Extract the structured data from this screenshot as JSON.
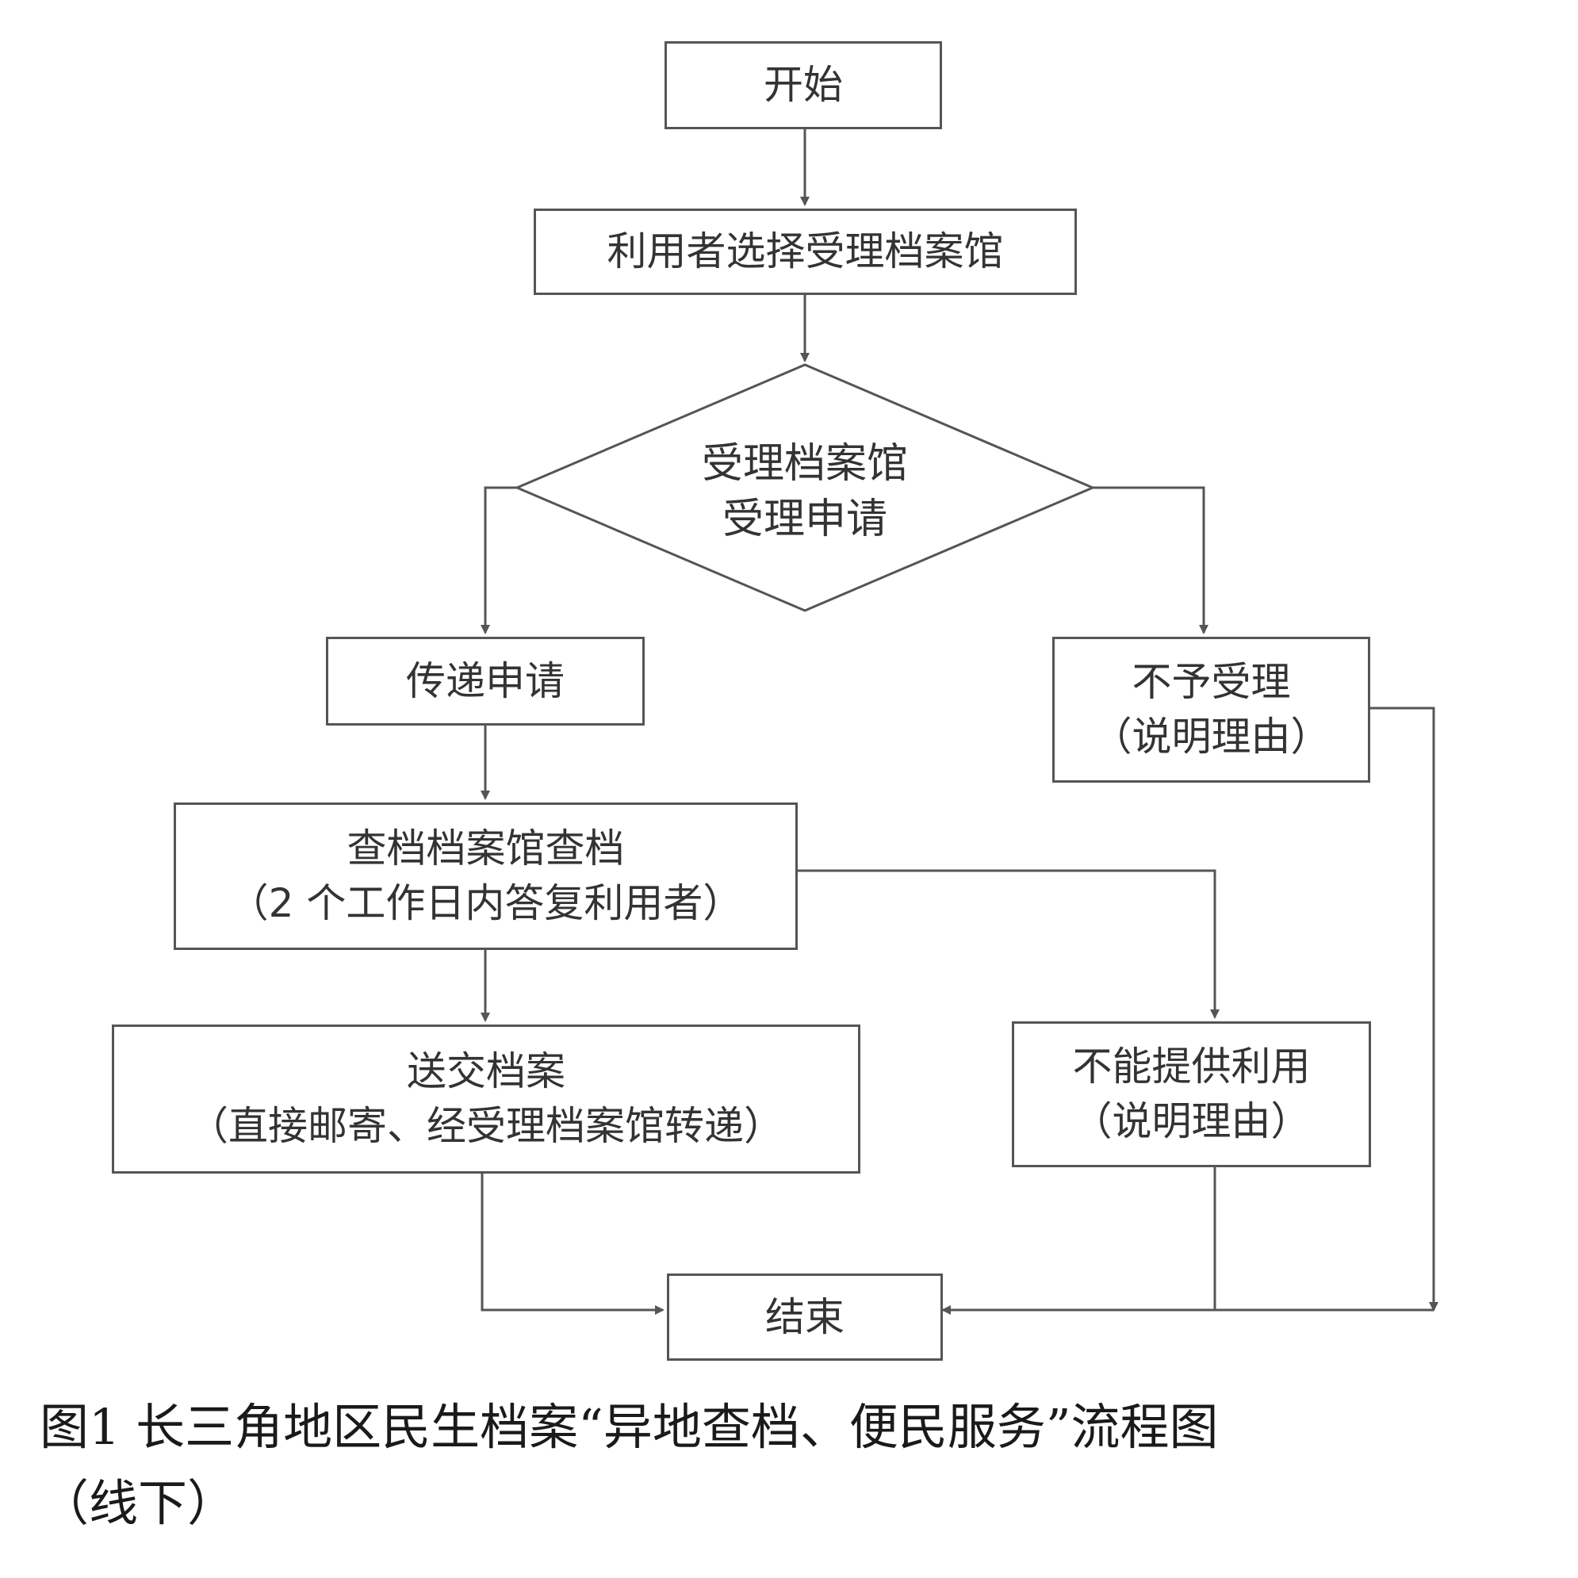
{
  "nodes": {
    "start": "开始",
    "select": "利用者选择受理档案馆",
    "decision": {
      "line1": "受理档案馆",
      "line2": "受理申请"
    },
    "transmit": "传递申请",
    "reject": {
      "line1": "不予受理",
      "line2": "（说明理由）"
    },
    "search": {
      "line1": "查档档案馆查档",
      "line2": "（2 个工作日内答复利用者）"
    },
    "deliver": {
      "line1": "送交档案",
      "line2": "（直接邮寄、经受理档案馆转递）"
    },
    "unavailable": {
      "line1": "不能提供利用",
      "line2": "（说明理由）"
    },
    "end": "结束"
  },
  "caption": {
    "line1": "图1 长三角地区民生档案“异地查档、便民服务”流程图",
    "line2": "（线下）"
  },
  "colors": {
    "stroke": "#555555",
    "text": "#333333",
    "caption": "#1a1a1a"
  }
}
